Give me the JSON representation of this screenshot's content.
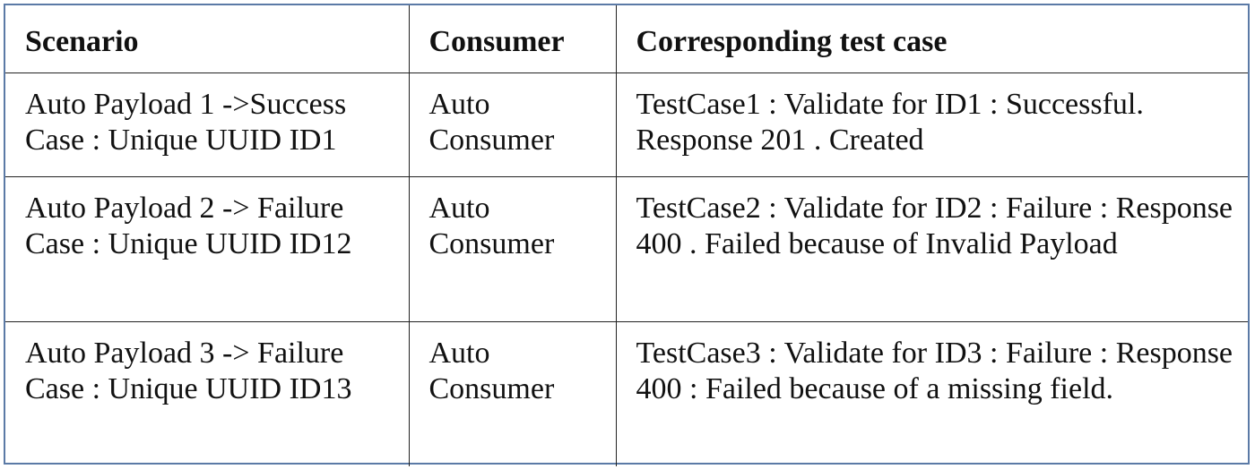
{
  "table": {
    "headers": [
      "Scenario",
      "Consumer",
      "Corresponding test case"
    ],
    "rows": [
      {
        "scenario": "Auto Payload 1 ->Success Case : Unique UUID ID1",
        "consumer": "Auto Consumer",
        "test_case": "TestCase1 : Validate for ID1 : Successful. Response 201 . Created"
      },
      {
        "scenario": "Auto Payload 2 -> Failure Case : Unique UUID ID12",
        "consumer": "Auto Consumer",
        "test_case": "TestCase2 : Validate for ID2 : Failure : Response 400 . Failed because of Invalid Payload"
      },
      {
        "scenario": "Auto Payload 3 -> Failure Case : Unique UUID ID13",
        "consumer": "Auto Consumer",
        "test_case": "TestCase3 : Validate for ID3 : Failure : Response 400 : Failed because of a missing field."
      }
    ]
  }
}
